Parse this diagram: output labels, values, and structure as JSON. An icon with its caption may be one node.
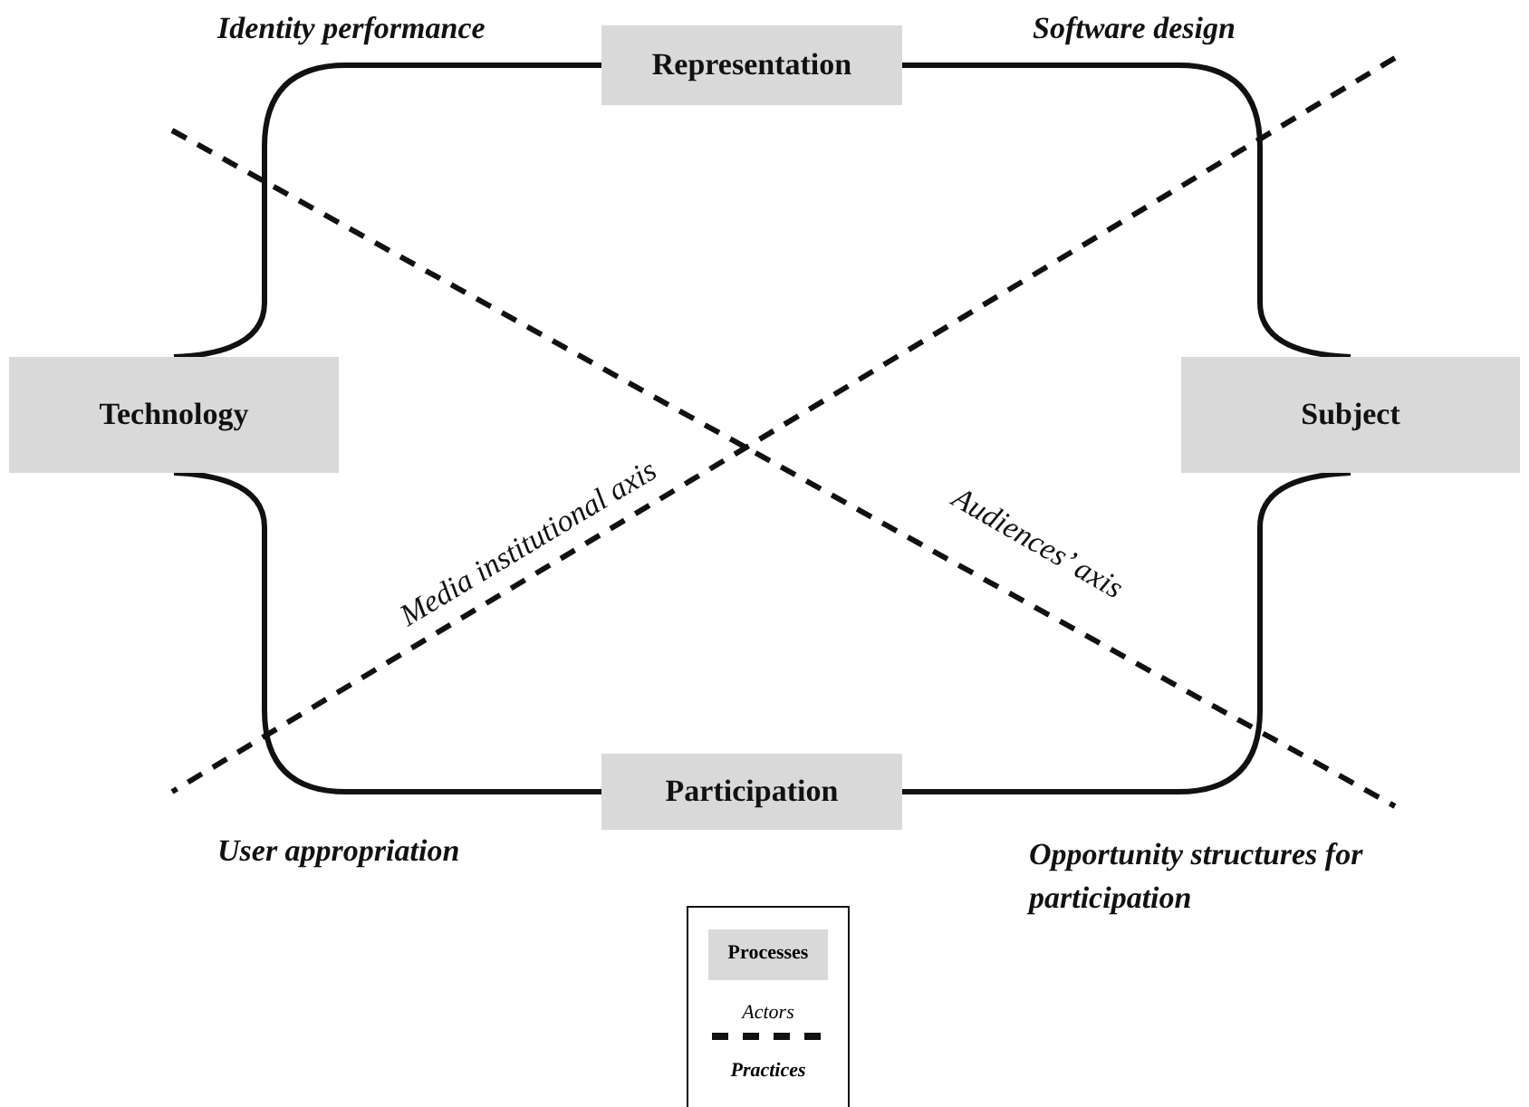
{
  "diagram": {
    "nodes": [
      {
        "text": [
          "Representation"
        ]
      },
      {
        "text": [
          "Technology"
        ]
      },
      {
        "text": [
          "Subject"
        ]
      },
      {
        "text": [
          "Participation"
        ]
      }
    ],
    "edges": [
      {
        "from": 0,
        "to": 1,
        "arrow": "none"
      },
      {
        "from": 0,
        "to": 2,
        "arrow": "none"
      },
      {
        "from": 1,
        "to": 3,
        "arrow": "none"
      },
      {
        "from": 2,
        "to": 3,
        "arrow": "none"
      }
    ],
    "labels": [
      "Identity performance",
      "Software design",
      "Media institutional axis",
      "Audiences’ axis",
      "User appropriation",
      "Opportunity structures for participation"
    ],
    "legend": [
      {
        "text": "Processes",
        "color": "#d9d9d9"
      },
      {
        "text": "Actors"
      },
      {
        "text": "Practices"
      }
    ]
  }
}
